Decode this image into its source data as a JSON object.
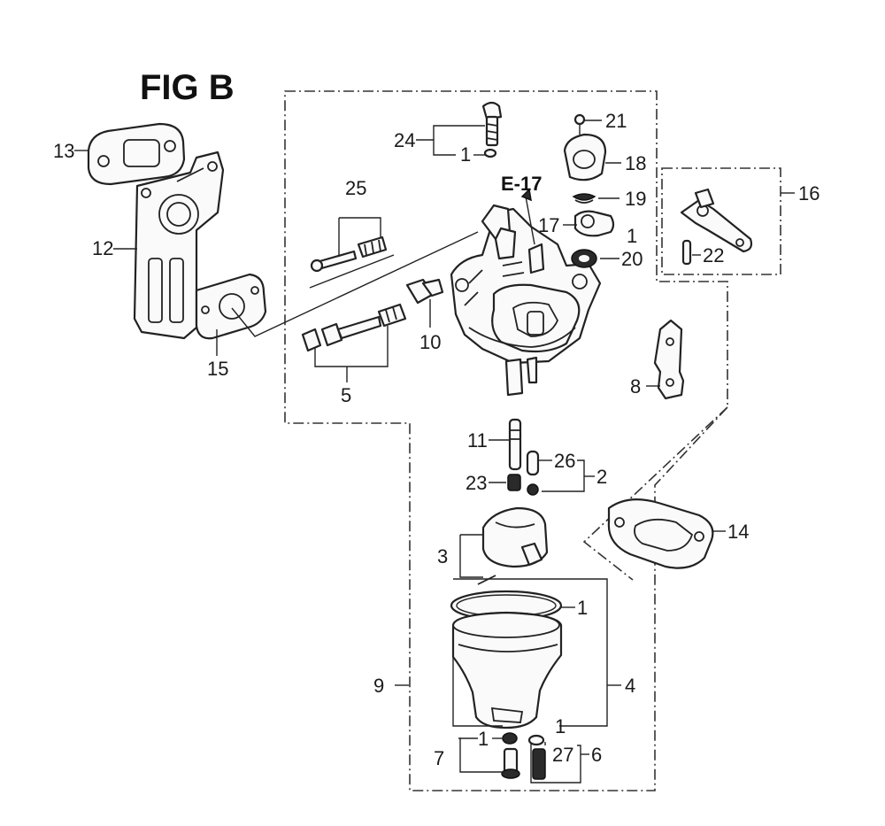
{
  "figure": {
    "title": "FIG B",
    "reference": "E-17"
  },
  "callouts": {
    "c1a": "1",
    "c1b": "1",
    "c1c": "1",
    "c1d": "1",
    "c1e": "1",
    "c2": "2",
    "c3": "3",
    "c4": "4",
    "c5": "5",
    "c6": "6",
    "c7": "7",
    "c8": "8",
    "c9": "9",
    "c10": "10",
    "c11": "11",
    "c12": "12",
    "c13": "13",
    "c14": "14",
    "c15": "15",
    "c16": "16",
    "c17": "17",
    "c18": "18",
    "c19": "19",
    "c20": "20",
    "c21": "21",
    "c22": "22",
    "c23": "23",
    "c24": "24",
    "c25": "25",
    "c26": "26",
    "c27": "27"
  }
}
